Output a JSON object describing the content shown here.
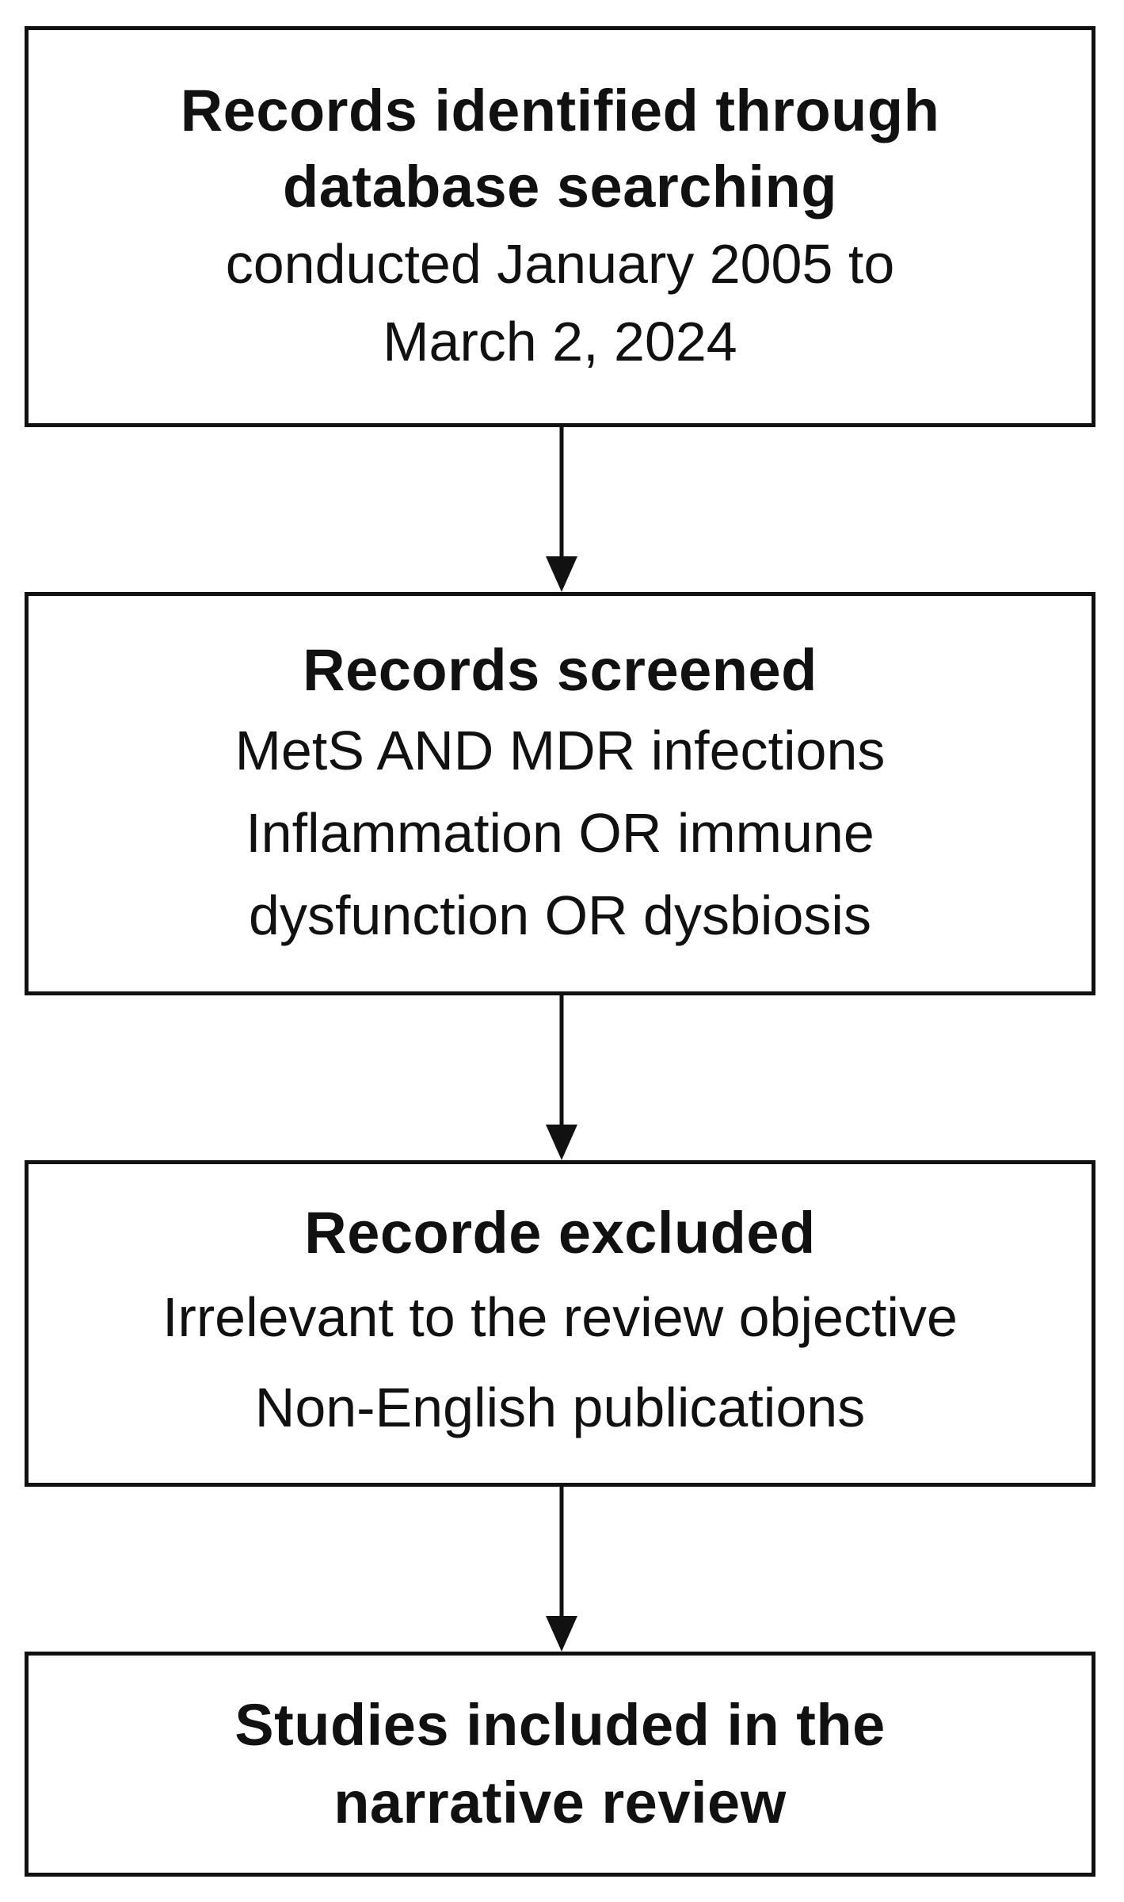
{
  "flowchart": {
    "boxes": [
      {
        "title_lines": [
          "Records identified through",
          "database searching"
        ],
        "text_lines": [
          "conducted January 2005 to",
          "March 2, 2024"
        ]
      },
      {
        "title_lines": [
          "Records screened"
        ],
        "text_lines": [
          "MetS AND MDR infections",
          "Inflammation OR immune",
          "dysfunction OR dysbiosis"
        ]
      },
      {
        "title_lines": [
          "Recorde excluded"
        ],
        "text_lines": [
          "Irrelevant to the review objective",
          "Non-English publications"
        ]
      },
      {
        "title_lines": [
          "Studies included in the",
          "narrative review"
        ],
        "text_lines": []
      }
    ],
    "colors": {
      "stroke": "#111111",
      "background": "#ffffff",
      "text": "#111111"
    }
  }
}
